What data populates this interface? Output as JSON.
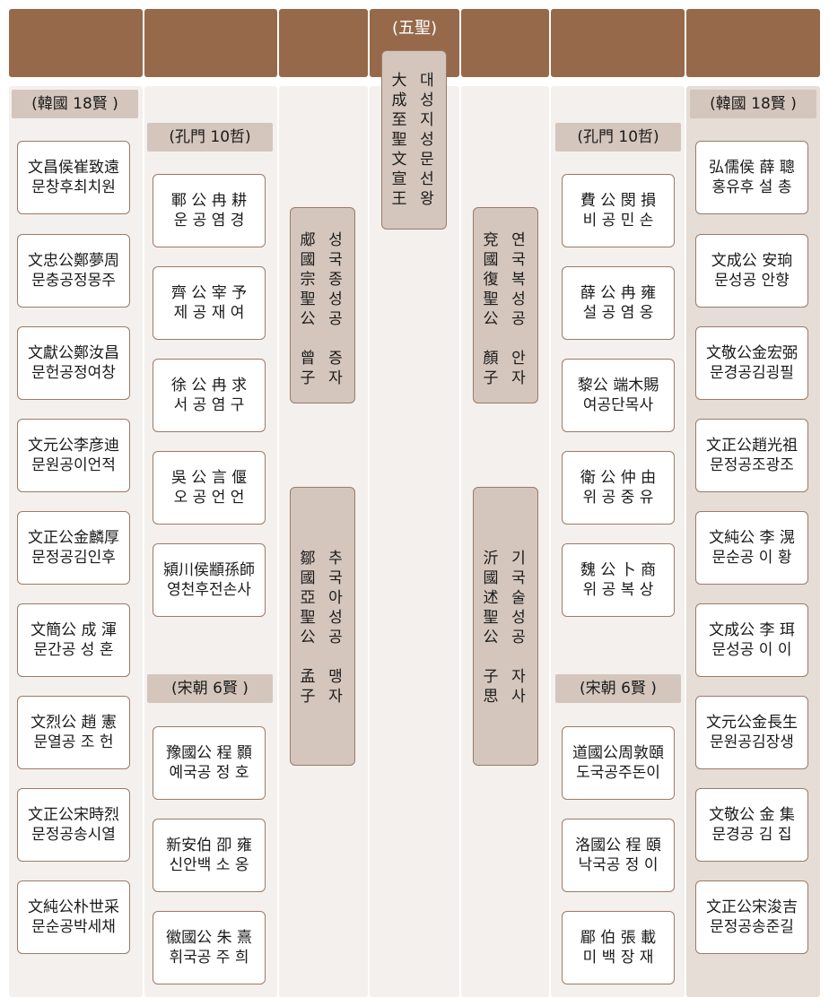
{
  "header": {
    "title": "(五聖)"
  },
  "left": {
    "tag": "(韓國 18賢 )",
    "items": [
      {
        "hanja": "文昌侯崔致遠",
        "hangul": "문창후최치원"
      },
      {
        "hanja": "文忠公鄭夢周",
        "hangul": "문충공정몽주"
      },
      {
        "hanja": "文獻公鄭汝昌",
        "hangul": "문헌공정여창"
      },
      {
        "hanja": "文元公李彦迪",
        "hangul": "문원공이언적"
      },
      {
        "hanja": "文正公金麟厚",
        "hangul": "문정공김인후"
      },
      {
        "hanja": "文簡公 成 渾",
        "hangul": "문간공 성 혼"
      },
      {
        "hanja": "文烈公 趙 憲",
        "hangul": "문열공 조 헌"
      },
      {
        "hanja": "文正公宋時烈",
        "hangul": "문정공송시열"
      },
      {
        "hanja": "文純公朴世采",
        "hangul": "문순공박세채"
      }
    ]
  },
  "right": {
    "tag": "(韓國 18賢 )",
    "items": [
      {
        "hanja": "弘儒侯 薛 聰",
        "hangul": "홍유후 설 총"
      },
      {
        "hanja": "文成公 安珦",
        "hangul": "문성공 안향"
      },
      {
        "hanja": "文敬公金宏弼",
        "hangul": "문경공김굉필"
      },
      {
        "hanja": "文正公趙光祖",
        "hangul": "문정공조광조"
      },
      {
        "hanja": "文純公 李 滉",
        "hangul": "문순공 이 황"
      },
      {
        "hanja": "文成公 李 珥",
        "hangul": "문성공 이 이"
      },
      {
        "hanja": "文元公金長生",
        "hangul": "문원공김장생"
      },
      {
        "hanja": "文敬公 金 集",
        "hangul": "문경공 김 집"
      },
      {
        "hanja": "文正公宋浚吉",
        "hangul": "문정공송준길"
      }
    ]
  },
  "leftInner": {
    "tag1": "(孔門 10哲)",
    "items1": [
      {
        "hanja": "鄆 公 冉 耕",
        "hangul": "운 공 염 경"
      },
      {
        "hanja": "齊 公 宰 予",
        "hangul": "제 공 재 여"
      },
      {
        "hanja": "徐 公 冉 求",
        "hangul": "서 공 염 구"
      },
      {
        "hanja": "吳 公 言 偃",
        "hangul": "오 공 언 언"
      },
      {
        "hanja": "潁川侯顓孫師",
        "hangul": "영천후전손사"
      }
    ],
    "tag2": "(宋朝 6賢 )",
    "items2": [
      {
        "hanja": "豫國公 程 顥",
        "hangul": "예국공 정 호"
      },
      {
        "hanja": "新安伯 卲 雍",
        "hangul": "신안백 소 옹"
      },
      {
        "hanja": "徽國公 朱 熹",
        "hangul": "휘국공 주 희"
      }
    ]
  },
  "rightInner": {
    "tag1": "(孔門 10哲)",
    "items1": [
      {
        "hanja": "費 公 閔 損",
        "hangul": "비 공 민 손"
      },
      {
        "hanja": "薛 公 冉 雍",
        "hangul": "설 공 염 옹"
      },
      {
        "hanja": "黎公 端木賜",
        "hangul": "여공단목사"
      },
      {
        "hanja": "衛 公 仲 由",
        "hangul": "위 공 중 유"
      },
      {
        "hanja": "魏 公 卜 商",
        "hangul": "위 공 복 상"
      }
    ],
    "tag2": "(宋朝 6賢 )",
    "items2": [
      {
        "hanja": "道國公周敦頤",
        "hangul": "도국공주돈이"
      },
      {
        "hanja": "洛國公 程 頤",
        "hangul": "낙국공 정 이"
      },
      {
        "hanja": "郿 伯 張 載",
        "hangul": "미 백 장 재"
      }
    ]
  },
  "center": {
    "hanja": "大成至聖文宣王",
    "hangul": "대성지성문선왕"
  },
  "sages": {
    "zengzi": {
      "hanja": "郕國宗聖公　曾子",
      "hangul": "성국종성공　증자"
    },
    "mengzi": {
      "hanja": "鄒國亞聖公　孟子",
      "hangul": "추국아성공　맹자"
    },
    "yanzi": {
      "hanja": "兗國復聖公　顏子",
      "hangul": "연국복성공　안자"
    },
    "zisi": {
      "hanja": "沂國述聖公　子思",
      "hangul": "기국술성공　자사"
    }
  }
}
